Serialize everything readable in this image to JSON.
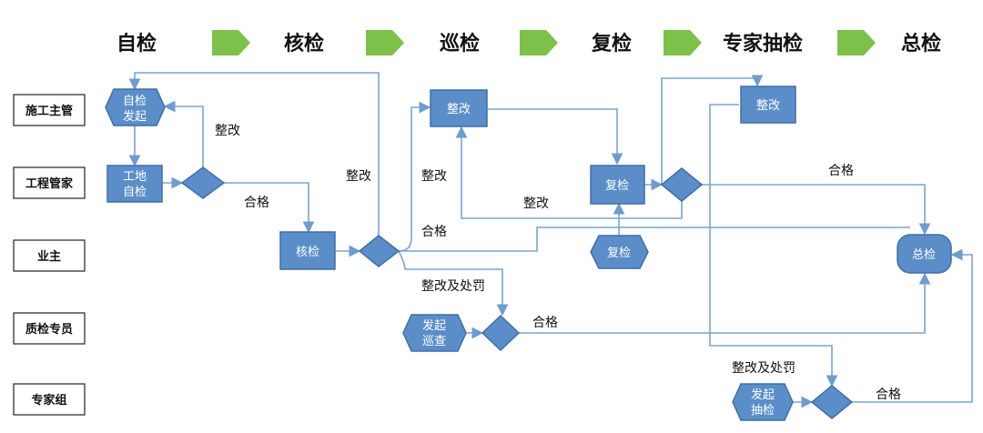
{
  "stages": [
    "自检",
    "核检",
    "巡检",
    "复检",
    "专家抽检",
    "总检"
  ],
  "roles": [
    "施工主管",
    "工程管家",
    "业主",
    "质检专员",
    "专家组"
  ],
  "nodes": {
    "self_start": [
      "自检",
      "发起"
    ],
    "site_self_check": [
      "工地",
      "自检"
    ],
    "core_check": [
      "核检"
    ],
    "rectify_1": [
      "整改"
    ],
    "recheck_supervisor": [
      "复检"
    ],
    "recheck_owner": [
      "复检"
    ],
    "rectify_2": [
      "整改"
    ],
    "final_check": [
      "总检"
    ],
    "start_patrol": [
      "发起",
      "巡查"
    ],
    "start_sampling": [
      "发起",
      "抽检"
    ]
  },
  "edge_labels": {
    "rectify_a": "整改",
    "pass_a": "合格",
    "rectify_b": "整改",
    "rectify_c": "整改",
    "pass_b": "合格",
    "rectify_d": "整改",
    "pass_c": "合格",
    "rectify_penalty_a": "整改及处罚",
    "pass_d": "合格",
    "rectify_penalty_b": "整改及处罚",
    "pass_e": "合格"
  },
  "colors": {
    "node": "#5b8ec9",
    "edge": "#7ba4cf",
    "stage_arrow": "#7dc04a"
  }
}
